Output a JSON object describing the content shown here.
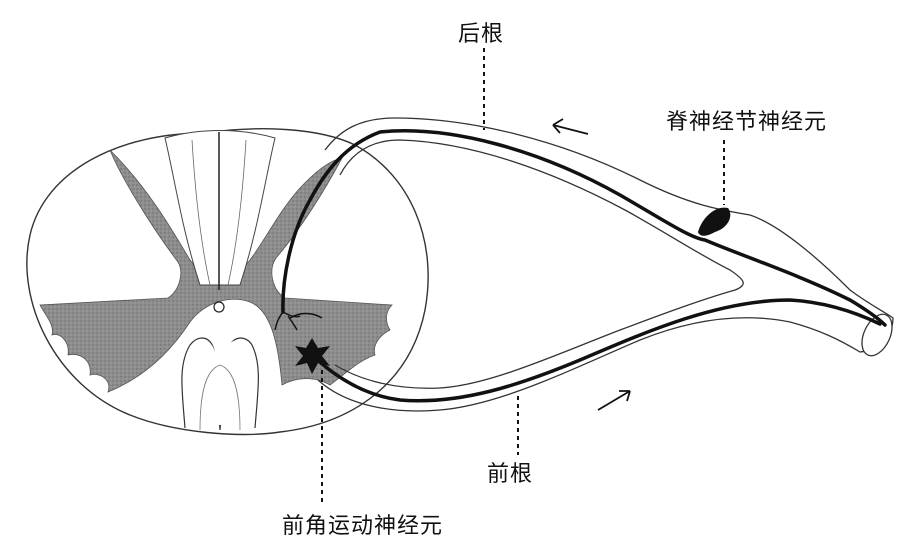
{
  "labels": {
    "dorsal_root": "后根",
    "dorsal_root_ganglion_neuron": "脊神经节神经元",
    "ventral_root": "前根",
    "anterior_horn_motor_neuron": "前角运动神经元"
  },
  "colors": {
    "outline": "#222222",
    "gray_matter": "#8a8a8a",
    "white_matter": "#ffffff",
    "nerve_fiber": "#111111"
  }
}
